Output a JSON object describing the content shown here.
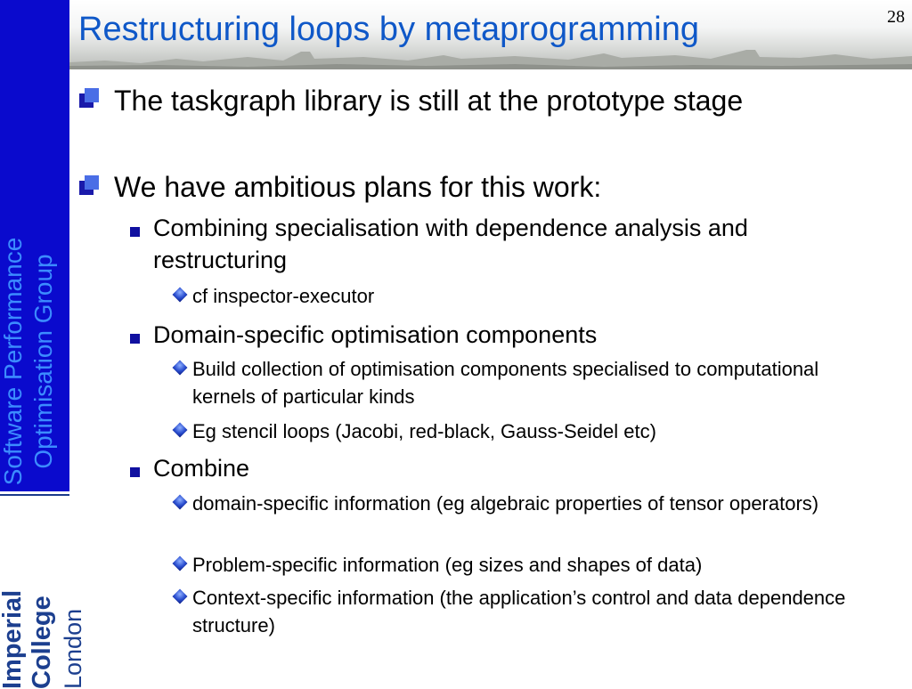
{
  "slide": {
    "title": "Restructuring loops by metaprogramming",
    "page_number": "28"
  },
  "sidebar": {
    "group_line1": "Software Performance",
    "group_line2": "Optimisation Group",
    "logo_line1": "Imperial College",
    "logo_line2": "London"
  },
  "bullets": {
    "b1": "The taskgraph library is still at the prototype stage",
    "b2": "We have ambitious plans for this work:",
    "b2_1": "Combining specialisation with dependence analysis and restructuring",
    "b2_1_1": "cf inspector-executor",
    "b2_2": "Domain-specific optimisation components",
    "b2_2_1": "Build collection of optimisation components specialised to computational kernels of particular kinds",
    "b2_2_2": "Eg stencil loops (Jacobi, red-black, Gauss-Seidel etc)",
    "b2_3": "Combine",
    "b2_3_1": "domain-specific information (eg algebraic properties of tensor operators)",
    "b2_3_2": "Problem-specific information (eg sizes and shapes of data)",
    "b2_3_3": "Context-specific information (the application’s control and data dependence structure)"
  },
  "colors": {
    "sidebar_blue": "#0a0acd",
    "title_blue": "#0f58c8",
    "sidebar_text": "#3c8cff"
  }
}
